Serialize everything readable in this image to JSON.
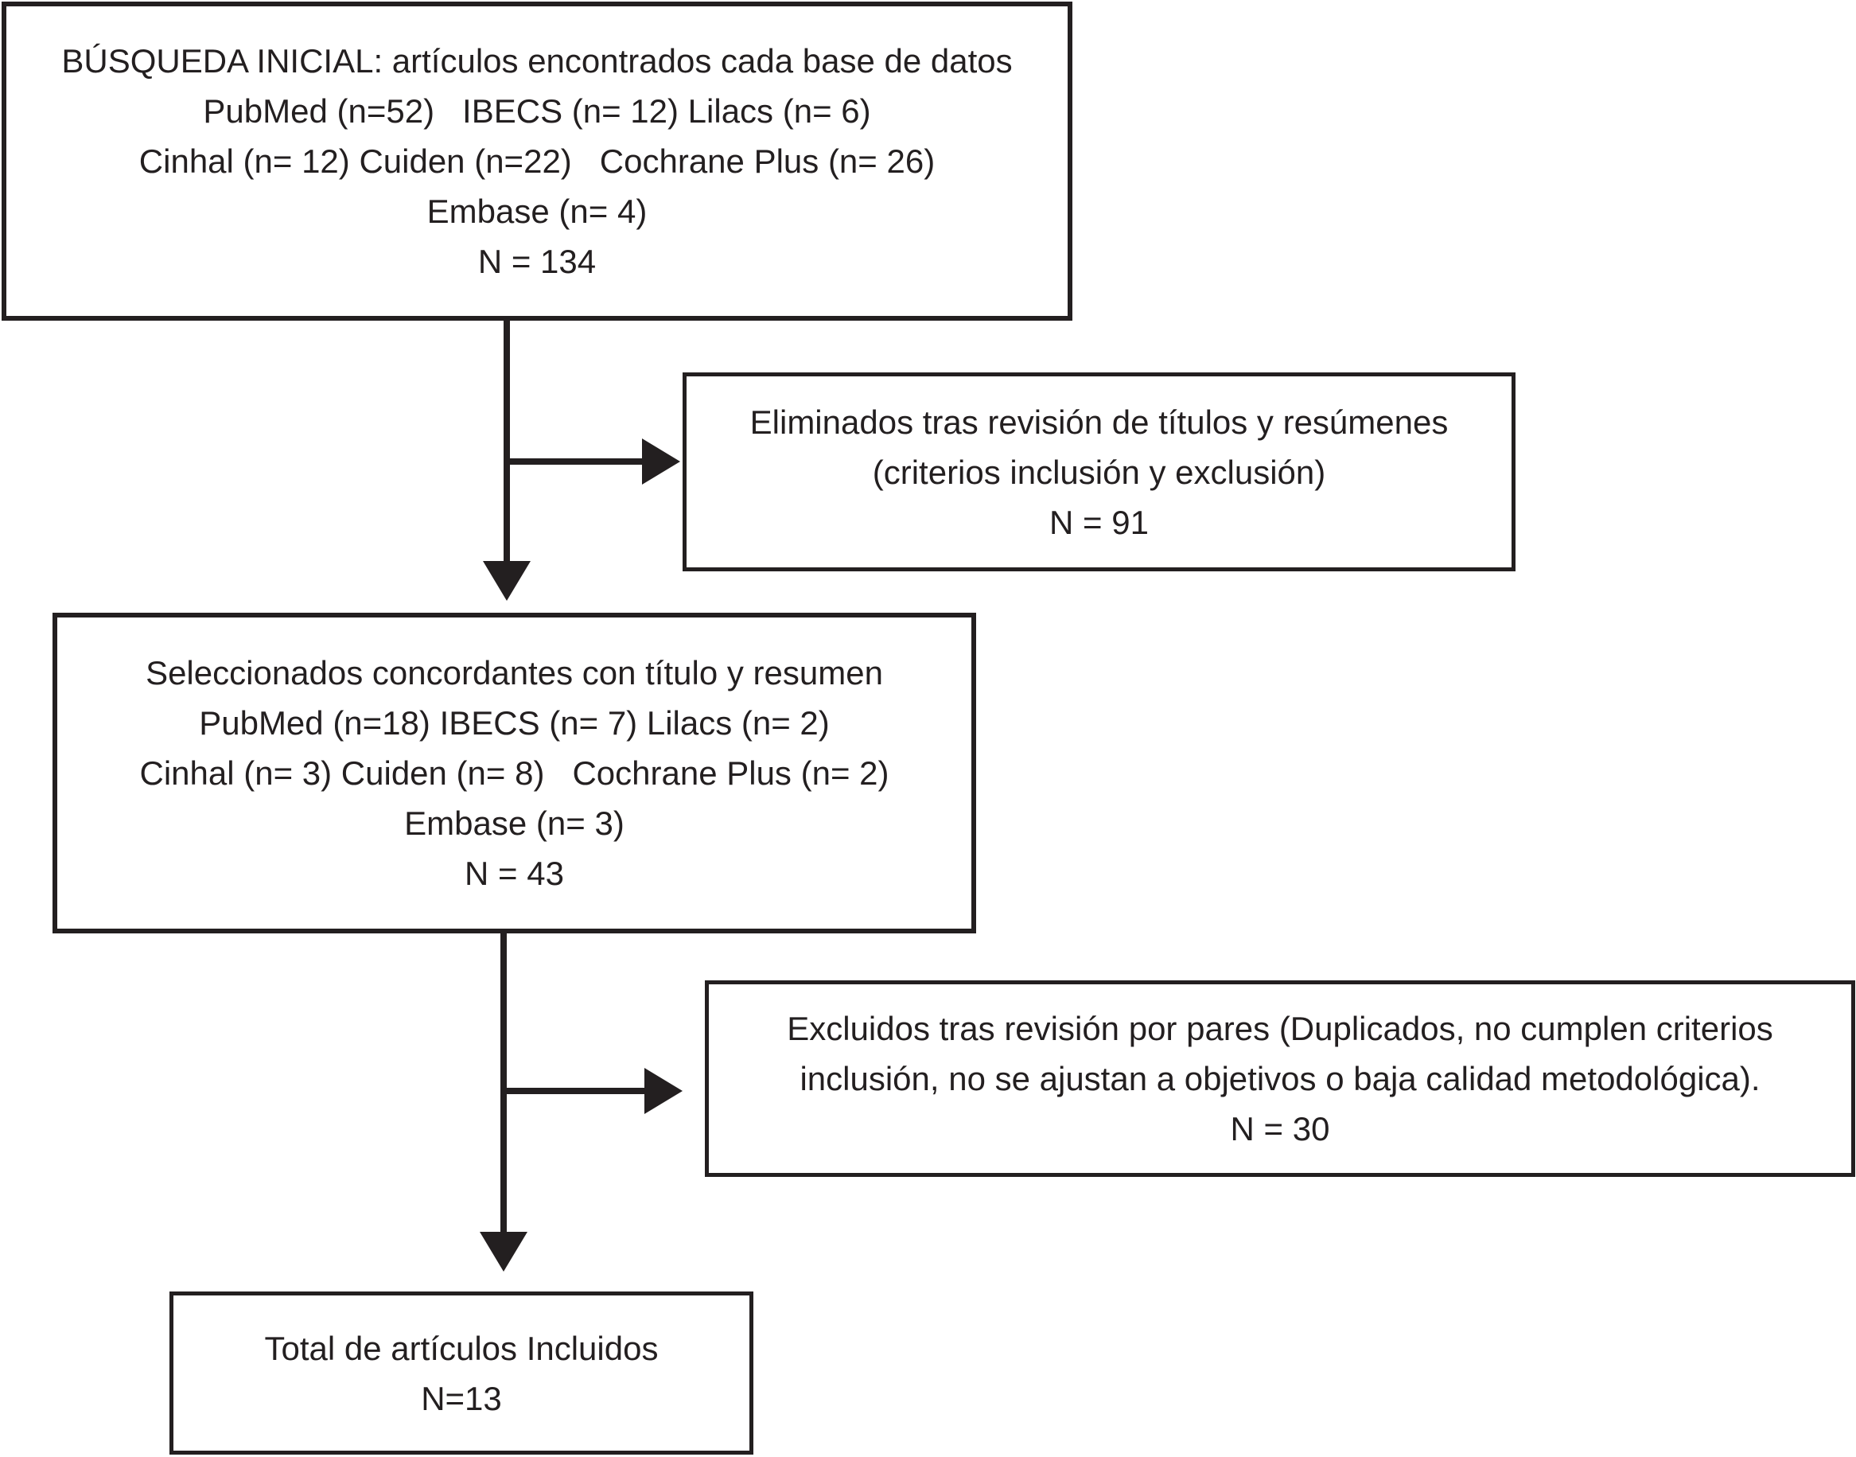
{
  "colors": {
    "ink": "#231f20",
    "background": "#ffffff"
  },
  "boxes": {
    "initial_search": {
      "lines": [
        "BÚSQUEDA INICIAL: artículos encontrados cada base de datos",
        "PubMed (n=52)   IBECS (n= 12) Lilacs (n= 6)",
        "Cinhal (n= 12) Cuiden (n=22)   Cochrane Plus (n= 26)",
        "Embase (n= 4)",
        "N = 134"
      ]
    },
    "eliminated_titles": {
      "lines": [
        "Eliminados tras revisión de títulos y resúmenes",
        "(criterios inclusión y exclusión)",
        "N = 91"
      ]
    },
    "selected_concordant": {
      "lines": [
        "Seleccionados concordantes con título y resumen",
        "PubMed (n=18) IBECS (n= 7) Lilacs (n= 2)",
        "Cinhal (n= 3) Cuiden (n= 8)   Cochrane Plus (n= 2)",
        "Embase (n= 3)",
        "N = 43"
      ]
    },
    "excluded_peer_review": {
      "lines": [
        "Excluidos tras revisión por pares (Duplicados, no cumplen criterios",
        "inclusión, no se ajustan a objetivos o baja calidad metodológica).",
        "N = 30"
      ]
    },
    "total_included": {
      "lines": [
        "Total de artículos Incluidos",
        "N=13"
      ]
    }
  }
}
